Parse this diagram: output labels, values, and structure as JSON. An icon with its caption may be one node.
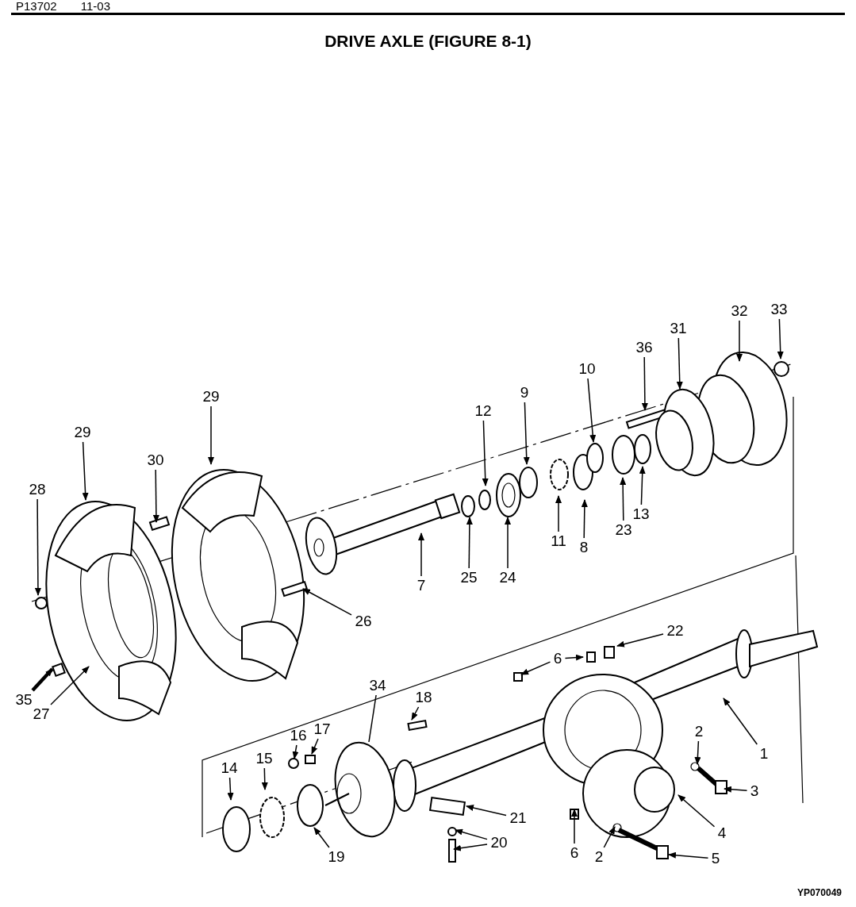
{
  "diagram": {
    "title": "DRIVE AXLE (FIGURE 8-1)",
    "nodes": [
      {
        "text": [
          "32"
        ]
      },
      {
        "text": [
          "33"
        ]
      },
      {
        "text": [
          "31"
        ]
      },
      {
        "text": [
          "36"
        ]
      },
      {
        "text": [
          "10"
        ]
      },
      {
        "text": [
          "9"
        ]
      },
      {
        "text": [
          "29"
        ]
      },
      {
        "text": [
          "12"
        ]
      },
      {
        "text": [
          "29"
        ]
      },
      {
        "text": [
          "30"
        ]
      },
      {
        "text": [
          "28"
        ]
      },
      {
        "text": [
          "13"
        ]
      },
      {
        "text": [
          "23"
        ]
      },
      {
        "text": [
          "11"
        ]
      },
      {
        "text": [
          "8"
        ]
      },
      {
        "text": [
          "7"
        ]
      },
      {
        "text": [
          "25"
        ]
      },
      {
        "text": [
          "24"
        ]
      },
      {
        "text": [
          "26"
        ]
      },
      {
        "text": [
          "22"
        ]
      },
      {
        "text": [
          "6"
        ]
      },
      {
        "text": [
          "35"
        ]
      },
      {
        "text": [
          "27"
        ]
      },
      {
        "text": [
          "18"
        ]
      },
      {
        "text": [
          "34"
        ]
      },
      {
        "text": [
          "17"
        ]
      },
      {
        "text": [
          "16"
        ]
      },
      {
        "text": [
          "2"
        ]
      },
      {
        "text": [
          "1"
        ]
      },
      {
        "text": [
          "15"
        ]
      },
      {
        "text": [
          "14"
        ]
      },
      {
        "text": [
          "3"
        ]
      },
      {
        "text": [
          "21"
        ]
      },
      {
        "text": [
          "4"
        ]
      },
      {
        "text": [
          "20"
        ]
      },
      {
        "text": [
          "19"
        ]
      },
      {
        "text": [
          "6"
        ]
      },
      {
        "text": [
          "2"
        ]
      },
      {
        "text": [
          "5"
        ]
      }
    ],
    "edges": [
      {
        "from": 0,
        "to": null,
        "arrow": "to"
      },
      {
        "from": 1,
        "to": null,
        "arrow": "to"
      },
      {
        "from": 2,
        "to": null,
        "arrow": "to"
      },
      {
        "from": 3,
        "to": null,
        "arrow": "to"
      },
      {
        "from": 4,
        "to": null,
        "arrow": "to"
      },
      {
        "from": 5,
        "to": null,
        "arrow": "to"
      },
      {
        "from": 6,
        "to": null,
        "arrow": "to"
      },
      {
        "from": 7,
        "to": null,
        "arrow": "to"
      },
      {
        "from": 8,
        "to": null,
        "arrow": "to"
      },
      {
        "from": 9,
        "to": null,
        "arrow": "to"
      },
      {
        "from": 10,
        "to": null,
        "arrow": "to"
      },
      {
        "from": 11,
        "to": null,
        "arrow": "to"
      },
      {
        "from": 12,
        "to": null,
        "arrow": "to"
      },
      {
        "from": 13,
        "to": null,
        "arrow": "to"
      },
      {
        "from": 14,
        "to": null,
        "arrow": "to"
      },
      {
        "from": 15,
        "to": null,
        "arrow": "to"
      },
      {
        "from": 16,
        "to": null,
        "arrow": "to"
      },
      {
        "from": 17,
        "to": null,
        "arrow": "to"
      },
      {
        "from": 18,
        "to": null,
        "arrow": "to"
      },
      {
        "from": 19,
        "to": null,
        "arrow": "to"
      },
      {
        "from": 20,
        "to": null,
        "arrow": "to"
      },
      {
        "from": 20,
        "to": null,
        "arrow": "to"
      },
      {
        "from": 21,
        "to": null,
        "arrow": "to",
        "style": "thick"
      },
      {
        "from": 22,
        "to": null,
        "arrow": "to"
      },
      {
        "from": 23,
        "to": null,
        "arrow": "to"
      },
      {
        "from": 24,
        "to": null,
        "arrow": "none"
      },
      {
        "from": 25,
        "to": null,
        "arrow": "to"
      },
      {
        "from": 26,
        "to": null,
        "arrow": "to"
      },
      {
        "from": 27,
        "to": null,
        "arrow": "to"
      },
      {
        "from": 28,
        "to": null,
        "arrow": "to"
      },
      {
        "from": 29,
        "to": null,
        "arrow": "to"
      },
      {
        "from": 30,
        "to": null,
        "arrow": "to"
      },
      {
        "from": 31,
        "to": null,
        "arrow": "to"
      },
      {
        "from": 32,
        "to": null,
        "arrow": "to"
      },
      {
        "from": 33,
        "to": null,
        "arrow": "to"
      },
      {
        "from": 34,
        "to": null,
        "arrow": "to"
      },
      {
        "from": 34,
        "to": null,
        "arrow": "to"
      },
      {
        "from": 35,
        "to": null,
        "arrow": "to"
      },
      {
        "from": 36,
        "to": null,
        "arrow": "to"
      },
      {
        "from": 37,
        "to": null,
        "arrow": "to"
      },
      {
        "from": 38,
        "to": null,
        "arrow": "to"
      }
    ],
    "labels": [
      "P13702",
      "11-03",
      "YP070049"
    ]
  }
}
